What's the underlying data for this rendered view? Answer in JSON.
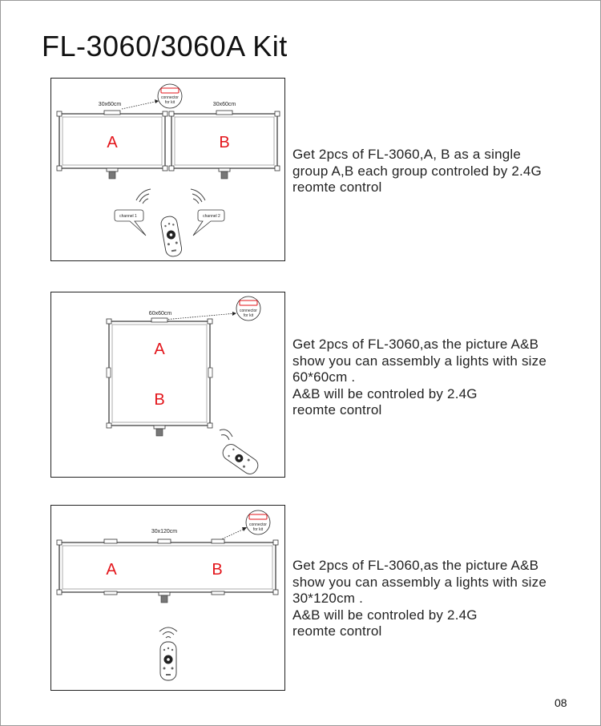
{
  "title": "FL-3060/3060A Kit",
  "page_number": "08",
  "connector_label": [
    "connector",
    "for kit"
  ],
  "kits": [
    {
      "size_labels": [
        "30x60cm",
        "30x60cm"
      ],
      "letters": [
        "A",
        "B"
      ],
      "channels": [
        "channel 1",
        "channel 2"
      ],
      "description": [
        "Get 2pcs of FL-3060,A, B as a single",
        "group A,B each group controled by 2.4G",
        "reomte control"
      ]
    },
    {
      "size_labels": [
        "60x60cm"
      ],
      "letters": [
        "A",
        "B"
      ],
      "description": [
        "Get 2pcs of FL-3060,as the picture A&B",
        "show you can assembly a lights with size",
        "60*60cm .",
        "A&B will be controled by 2.4G",
        "reomte control"
      ]
    },
    {
      "size_labels": [
        "30x120cm"
      ],
      "letters": [
        "A",
        "B"
      ],
      "description": [
        "Get 2pcs of FL-3060,as the picture A&B",
        "show you can assembly a lights with size",
        "30*120cm .",
        "A&B will be controled by 2.4G",
        "reomte control"
      ]
    }
  ],
  "colors": {
    "letter": "#e3141a",
    "connector_accent": "#e3141a",
    "line": "#333333"
  },
  "icons": [
    "connector-icon",
    "remote-control-icon",
    "wireless-signal-icon",
    "speech-bubble-icon"
  ]
}
